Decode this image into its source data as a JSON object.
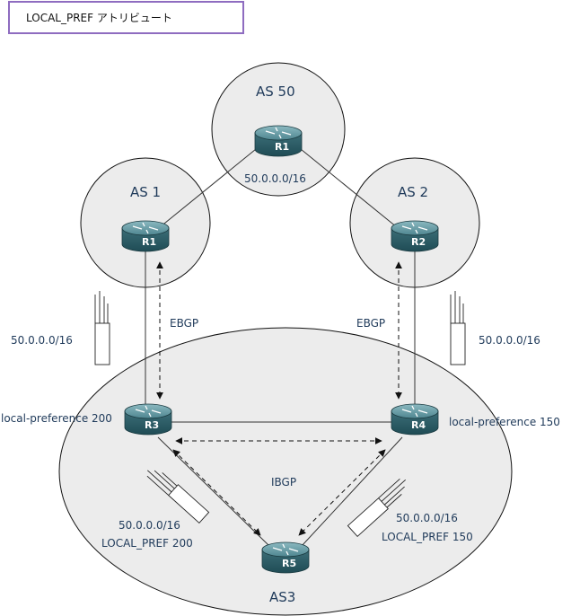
{
  "title": "LOCAL_PREF アトリビュート",
  "as_labels": {
    "as50": "AS 50",
    "as1": "AS 1",
    "as2": "AS 2",
    "as3": "AS3"
  },
  "routers": {
    "r1_top": "R1",
    "r1": "R1",
    "r2": "R2",
    "r3": "R3",
    "r4": "R4",
    "r5": "R5"
  },
  "networks": {
    "as50_net": "50.0.0.0/16",
    "left_net": "50.0.0.0/16",
    "right_net": "50.0.0.0/16",
    "bl_net": "50.0.0.0/16",
    "bl_pref": "LOCAL_PREF 200",
    "br_net": "50.0.0.0/16",
    "br_pref": "LOCAL_PREF 150"
  },
  "sessions": {
    "ebgp_left": "EBGP",
    "ebgp_right": "EBGP",
    "ibgp": "IBGP"
  },
  "prefs": {
    "r3": "local-preference 200",
    "r4": "local-preference 150"
  },
  "colors": {
    "router_top": "#5b8f98",
    "router_body": "#2f5e68",
    "text": "#1f3a5a",
    "circle_fill": "#ececec",
    "title_border": "#8e6cc0"
  }
}
